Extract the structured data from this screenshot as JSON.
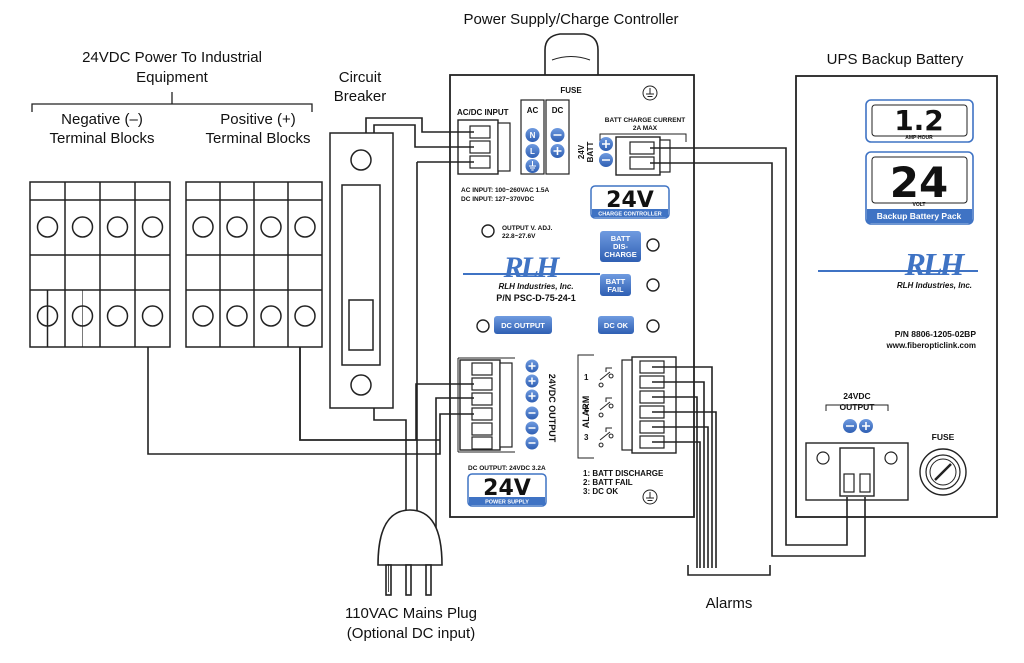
{
  "labels": {
    "psc_title": "Power Supply/Charge Controller",
    "ups_title": "UPS Backup Battery",
    "equip_l1": "24VDC Power To Industrial",
    "equip_l2": "Equipment",
    "neg_l1": "Negative (–)",
    "neg_l2": "Terminal Blocks",
    "pos_l1": "Positive (+)",
    "pos_l2": "Terminal Blocks",
    "cb_l1": "Circuit",
    "cb_l2": "Breaker",
    "plug_l1": "110VAC Mains Plug",
    "plug_l2": "(Optional DC input)",
    "alarms": "Alarms"
  },
  "psc": {
    "fuse": "FUSE",
    "acdc_input": "AC/DC INPUT",
    "ac": "AC",
    "dc": "DC",
    "n": "N",
    "l": "L",
    "ac_input_spec": "AC INPUT: 100~260VAC  1.5A",
    "dc_input_spec": "DC INPUT: 127~370VDC",
    "batt_charge_l1": "BATT CHARGE CURRENT",
    "batt_charge_l2": "2A MAX",
    "batt_24v": "24V",
    "batt": "BATT",
    "badge_main": "24V",
    "badge_sub": "CHARGE CONTROLLER",
    "output_adj_l1": "OUTPUT V. ADJ.",
    "output_adj_l2": "22.8~27.6V",
    "batt_dis_l1": "BATT",
    "batt_dis_l2": "DIS-",
    "batt_dis_l3": "CHARGE",
    "batt_fail_l1": "BATT",
    "batt_fail_l2": "FAIL",
    "logo": "RLH",
    "company": "RLH Industries, Inc.",
    "pn": "P/N  PSC-D-75-24-1",
    "dc_output_btn": "DC OUTPUT",
    "dc_ok_btn": "DC OK",
    "output_vert": "24VDC OUTPUT",
    "alarm_vert": "ALARM",
    "alarm_nums": [
      "1",
      "2",
      "3"
    ],
    "dc_output_spec": "DC OUTPUT: 24VDC   3.2A",
    "alarm_legend": [
      "1: BATT DISCHARGE",
      "2: BATT FAIL",
      "3: DC OK"
    ],
    "badge2_main": "24V",
    "badge2_sub": "POWER SUPPLY"
  },
  "ups": {
    "ah_value": "1.2",
    "ah_unit": "AMP-HOUR",
    "volt_value": "24",
    "volt_unit": "VOLT",
    "pack": "Backup Battery Pack",
    "logo": "RLH",
    "company": "RLH Industries, Inc.",
    "pn": "P/N 8806-1205-02BP",
    "url": "www.fiberopticlink.com",
    "out_l1": "24VDC",
    "out_l2": "OUTPUT",
    "fuse": "FUSE"
  },
  "colors": {
    "blue": "#3f73c4",
    "line": "#222222"
  }
}
